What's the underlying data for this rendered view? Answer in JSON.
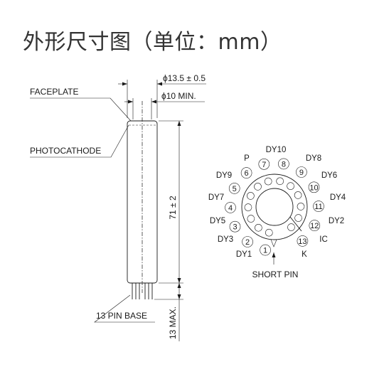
{
  "title": "外形尺寸图（单位：mm）",
  "dimensions": {
    "outer_diameter": "ϕ13.5 ± 0.5",
    "inner_diameter": "ϕ10 MIN.",
    "length": "71 ± 2",
    "pin_length": "13 MAX."
  },
  "callouts": {
    "faceplate": "FACEPLATE",
    "photocathode": "PHOTOCATHODE",
    "pin_base": "13 PIN BASE",
    "short_pin": "SHORT PIN"
  },
  "pins": [
    {
      "num": "1",
      "label": "DY1"
    },
    {
      "num": "2",
      "label": "DY3"
    },
    {
      "num": "3",
      "label": "DY5"
    },
    {
      "num": "4",
      "label": "DY7"
    },
    {
      "num": "5",
      "label": "DY9"
    },
    {
      "num": "6",
      "label": "P"
    },
    {
      "num": "7",
      "label": "DY10"
    },
    {
      "num": "8",
      "label": "DY8"
    },
    {
      "num": "9",
      "label": "DY6"
    },
    {
      "num": "10",
      "label": "DY4"
    },
    {
      "num": "11",
      "label": "DY2"
    },
    {
      "num": "12",
      "label": "IC"
    },
    {
      "num": "13",
      "label": "K"
    }
  ]
}
